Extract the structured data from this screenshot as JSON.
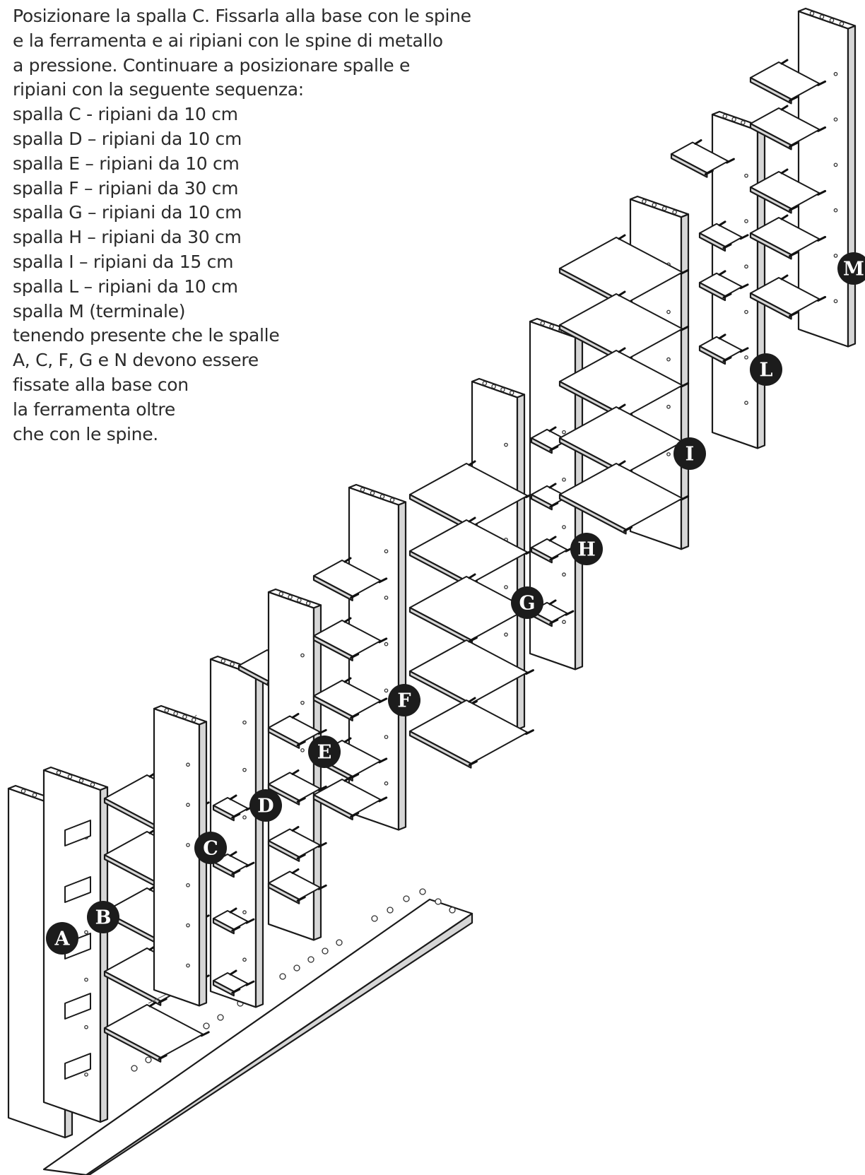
{
  "instructions": {
    "lines": [
      "Posizionare la spalla C. Fissarla alla base con le spine",
      "e la ferramenta e ai ripiani con le spine di metallo",
      "a pressione. Continuare a posizionare spalle e",
      "ripiani con la seguente sequenza:",
      "spalla C - ripiani da 10 cm",
      "spalla D – ripiani da 10 cm",
      "spalla E – ripiani da 10 cm",
      "spalla F – ripiani da 30 cm",
      "spalla G – ripiani da 10 cm",
      "spalla H – ripiani da 30 cm",
      "spalla I – ripiani da 15 cm",
      "spalla L – ripiani da 10 cm",
      "spalla M (terminale)",
      "tenendo presente che le spalle",
      "A, C, F, G e N devono essere",
      "fissate alla base con",
      "la ferramenta oltre",
      "che con le spine."
    ]
  },
  "markers": [
    "A",
    "B",
    "C",
    "D",
    "E",
    "F",
    "G",
    "H",
    "I",
    "L",
    "M"
  ],
  "colors": {
    "outline": "#1a1a1a",
    "panel_edge": "#d6d6d6",
    "marker_fill": "#1c1c1c",
    "text": "#2b2b2b"
  }
}
